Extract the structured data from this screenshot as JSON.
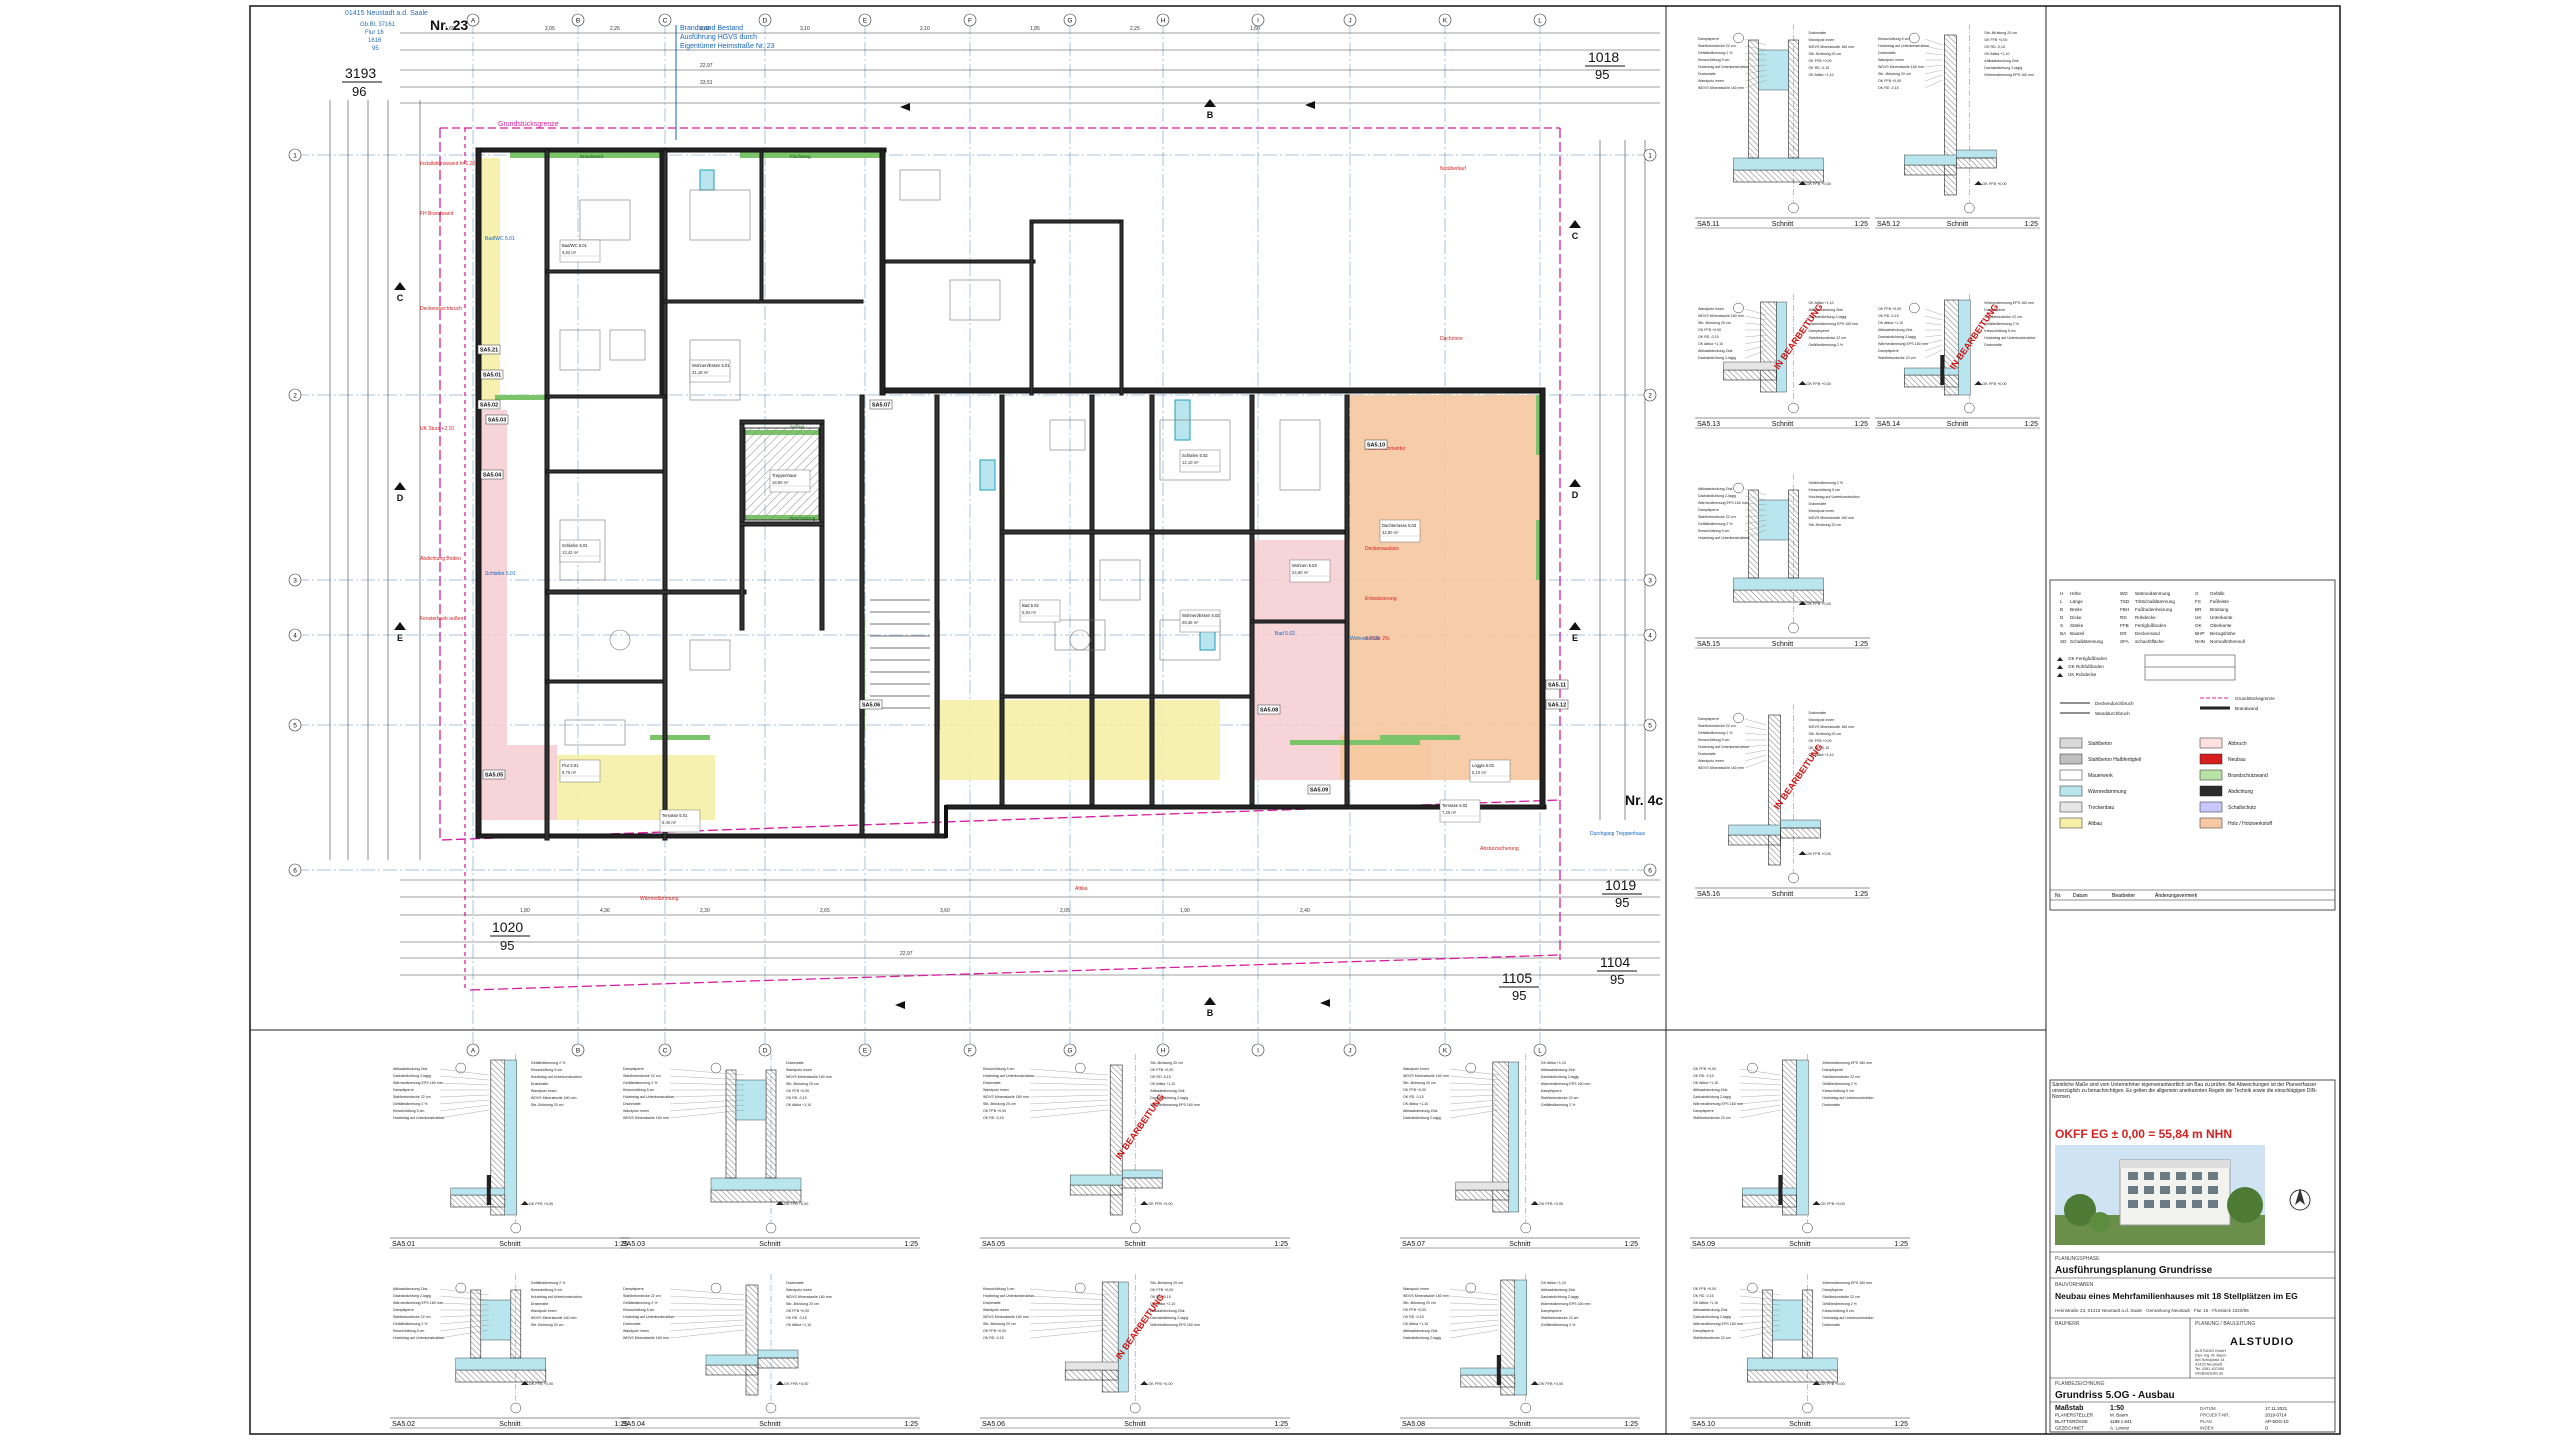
{
  "colors": {
    "ink": "#1a1a1a",
    "grid_axis": "#2a6fb0",
    "dimension": "#333333",
    "cyan_insulation": "#b9e6ee",
    "pink_room": "#f6cfd4",
    "yellow_room": "#f6efa6",
    "orange_room": "#f7c9a3",
    "green_band": "#b8e2a6",
    "magenta_line": "#d61ea0",
    "red_text": "#d42020",
    "red_stamp": "#cc1111",
    "blue_note": "#1565c0",
    "label_box": "#333333"
  },
  "header": {
    "address_note": [
      "01415 Neustadt a.d. Saale",
      "Gb.Bl. 37161",
      "Flur 16",
      "1616",
      "95"
    ],
    "parcel_top_left": "3193",
    "parcel_top_left_sub": "96",
    "house_no_top": "Nr. 23",
    "blue_callout": [
      "Brandwand Bestand",
      "Ausführung HGVS durch",
      "Eigentümer Heimstraße Nr. 23"
    ],
    "parcel_top_right": "1018",
    "parcel_top_right_sub": "95",
    "parcel_bottom_left": "1020",
    "parcel_bottom_left_sub": "95",
    "parcel_bottom_right_a": "1019",
    "parcel_bottom_right_a_sub": "95",
    "parcel_bottom_right_b": "1104",
    "parcel_bottom_right_b_sub": "95",
    "parcel_bottom_mid": "1105",
    "parcel_bottom_mid_sub": "95",
    "house_no_right": "Nr. 4c",
    "property_line_label": "Grundstücksgrenze"
  },
  "axes": {
    "columns": [
      "A",
      "B",
      "C",
      "D",
      "E",
      "F",
      "G",
      "H",
      "I",
      "J",
      "K",
      "L"
    ],
    "rows": [
      "1",
      "2",
      "3",
      "4",
      "5",
      "6"
    ],
    "cut_lines": [
      "C",
      "D",
      "E",
      "B"
    ]
  },
  "rooms": [
    {
      "id": "SA5.21",
      "name": "Bad/WC 5.01",
      "area": "6,82 m²"
    },
    {
      "id": "SA5.01",
      "name": "Schlafen 5.01",
      "area": "13,42 m²"
    },
    {
      "id": "SA5.02",
      "name": "Wohnen/Essen 5.01",
      "area": "31,18 m²"
    },
    {
      "id": "SA5.03",
      "name": "Flur 5.01",
      "area": "8,75 m²"
    },
    {
      "id": "SA5.04",
      "name": "Terrasse 5.01",
      "area": "6,40 m²"
    },
    {
      "id": "SA5.05",
      "name": "Treppenhaus",
      "area": "18,60 m²"
    },
    {
      "id": "SA5.06",
      "name": "Bad 5.02",
      "area": "5,94 m²"
    },
    {
      "id": "SA5.07",
      "name": "Wohnen/Essen 5.02",
      "area": "28,35 m²"
    },
    {
      "id": "SA5.08",
      "name": "Schlafen 5.02",
      "area": "12,10 m²"
    },
    {
      "id": "SA5.09",
      "name": "Terrasse 5.02",
      "area": "7,25 m²"
    },
    {
      "id": "SA5.10",
      "name": "Dachterrasse 5.03",
      "area": "42,80 m²"
    },
    {
      "id": "SA5.11",
      "name": "Wohnen 5.03",
      "area": "24,60 m²"
    },
    {
      "id": "SA5.12",
      "name": "Loggia 5.03",
      "area": "5,10 m²"
    }
  ],
  "walls": [
    "Brandwand",
    "Fluchtweg",
    "Aufzug",
    "Rauchabzug"
  ],
  "dimensions_top": [
    "1,60",
    "2,05",
    "2,26",
    "2,60",
    "3,10",
    "2,10",
    "1,85",
    "2,25",
    "1,60",
    "22,97",
    "33,51"
  ],
  "dimensions_bottom": [
    "1,80",
    "4,36",
    "2,30",
    "2,65",
    "3,60",
    "2,05",
    "1,90",
    "2,40",
    "22,97"
  ],
  "sections_right": [
    {
      "id": "SA5.11",
      "label": "Schnitt",
      "scale": "1:25"
    },
    {
      "id": "SA5.12",
      "label": "Schnitt",
      "scale": "1:25"
    },
    {
      "id": "SA5.13",
      "label": "Schnitt",
      "scale": "1:25"
    },
    {
      "id": "SA5.14",
      "label": "Schnitt",
      "scale": "1:25"
    },
    {
      "id": "SA5.15",
      "label": "Schnitt",
      "scale": "1:25"
    },
    {
      "id": "SA5.16",
      "label": "Schnitt",
      "scale": "1:25"
    }
  ],
  "sections_bottom": [
    {
      "id": "SA5.01",
      "label": "Schnitt",
      "scale": "1:25"
    },
    {
      "id": "SA5.03",
      "label": "Schnitt",
      "scale": "1:25"
    },
    {
      "id": "SA5.05",
      "label": "Schnitt",
      "scale": "1:25"
    },
    {
      "id": "SA5.07",
      "label": "Schnitt",
      "scale": "1:25"
    },
    {
      "id": "SA5.09",
      "label": "Schnitt",
      "scale": "1:25"
    },
    {
      "id": "SA5.02",
      "label": "Schnitt",
      "scale": "1:25"
    },
    {
      "id": "SA5.04",
      "label": "Schnitt",
      "scale": "1:25"
    },
    {
      "id": "SA5.06",
      "label": "Schnitt",
      "scale": "1:25"
    },
    {
      "id": "SA5.08",
      "label": "Schnitt",
      "scale": "1:25"
    },
    {
      "id": "SA5.10",
      "label": "Schnitt",
      "scale": "1:25"
    }
  ],
  "stamp": "IN BEARBEITUNG",
  "section_notes": [
    "Attikaabdeckung Zink",
    "Dachabdichtung 2-lagig",
    "Wärmedämmung EPS 160 mm",
    "Dampfsperre",
    "Stahlbetondecke 22 cm",
    "Gefälledämmung 2 %",
    "Kiesschüttung 5 cm",
    "Holzbelag auf Unterkonstruktion",
    "Drainmatte",
    "Wandputz innen",
    "WDVS Mineralwolle 160 mm",
    "Stb.-Brüstung 20 cm",
    "OK FFB +0,00",
    "OK RD -0,15",
    "OK Attika +1,10"
  ],
  "legend": {
    "abbreviations": [
      [
        "H",
        "Höhe",
        "WD",
        "Wärmedämmung",
        "G",
        "Gefälle"
      ],
      [
        "L",
        "Länge",
        "TSD",
        "Trittschalldämmung",
        "FS",
        "Fußleiste"
      ],
      [
        "B",
        "Breite",
        "FBH",
        "Fußbodenheizung",
        "BR",
        "Brüstung"
      ],
      [
        "D",
        "Dicke",
        "RD",
        "Rohdecke",
        "UK",
        "Unterkante"
      ],
      [
        "S",
        "Stärke",
        "FFB",
        "Fertigfußboden",
        "OK",
        "Oberkante"
      ],
      [
        "BA",
        "Bauteil",
        "DR",
        "Deckenrand",
        "BHP",
        "Bezugshöhe"
      ],
      [
        "SD",
        "Schalldämmung",
        "SFA",
        "Schachtfläche",
        "NHN",
        "Normalhöhennull"
      ]
    ],
    "symbols": [
      "OK Fertigfußboden",
      "OK Rohfußboden",
      "UK Rohdecke",
      "Deckendurchbruch",
      "Wanddurchbruch",
      "Grundstücksgrenze",
      "Brandwand"
    ],
    "materials": [
      {
        "name": "Stahlbeton",
        "color": "#d9d9d9"
      },
      {
        "name": "Stahlbeton Halbfertigteil",
        "color": "#bfbfbf"
      },
      {
        "name": "Mauerwerk",
        "color": "#ffffff"
      },
      {
        "name": "Wärmedämmung",
        "color": "#b9e6ee"
      },
      {
        "name": "Trockenbau",
        "color": "#e6e6e6"
      },
      {
        "name": "Altbau",
        "color": "#f6efa6"
      },
      {
        "name": "Abbruch",
        "color": "#ffe0e0"
      },
      {
        "name": "Neubau",
        "color": "#d61e1e"
      },
      {
        "name": "Brandschutzwand",
        "color": "#b8e2a6"
      },
      {
        "name": "Abdichtung",
        "color": "#2b2b2b"
      },
      {
        "name": "Schallschutz",
        "color": "#c8c8ff"
      },
      {
        "name": "Holz / Holzwerkstoff",
        "color": "#f7c9a3"
      }
    ],
    "revision_header": [
      "Nr.",
      "Datum",
      "Bearbeiter",
      "Änderungsvermerk"
    ]
  },
  "title_block": {
    "note": "Sämtliche Maße sind vom Unternehmer eigenverantwortlich am Bau zu prüfen. Bei Abweichungen ist der Planverfasser unverzüglich zu benachrichtigen. Es gelten die allgemein anerkannten Regeln der Technik sowie die einschlägigen DIN-Normen.",
    "okff": "OKFF EG ± 0,00 = 55,84 m NHN",
    "phase_label": "PLANUNGSPHASE",
    "phase": "Ausführungsplanung Grundrisse",
    "project_label": "BAUVORHABEN",
    "project": "Neubau eines Mehrfamilienhauses mit 18 Stellplätzen im EG",
    "address": "Heimstraße 23, 01415 Neustadt a.d. Saale · Gemarkung Neustadt · Flur 16 · Flurstück 1020/95",
    "client_label": "BAUHERR",
    "planner_label": "PLANUNG / BAULEITUNG",
    "firm": "ALSTUDIO",
    "firm_lines": [
      "ALSTUDIO GmbH",
      "Dipl.-Ing. M. Baum",
      "Am Schulplatz 14",
      "01415 Neustadt",
      "Tel. 0351 837450",
      "info@alstudio.de"
    ],
    "drawing_label": "PLANBEZEICHNUNG",
    "drawing": "Grundriss 5.OG - Ausbau",
    "rows": [
      [
        "Maßstab",
        "1:50",
        "DATUM",
        "17.11.2021"
      ],
      [
        "PLANERSTELLER",
        "M. Baum",
        "PROJEKT-NR.",
        "2019-0714"
      ],
      [
        "BLATTGRÖSSE",
        "1189 x 841",
        "PLAN",
        "AP-5OG-10"
      ],
      [
        "GEZEICHNET",
        "A. Lorenz",
        "INDEX",
        "D"
      ]
    ]
  }
}
